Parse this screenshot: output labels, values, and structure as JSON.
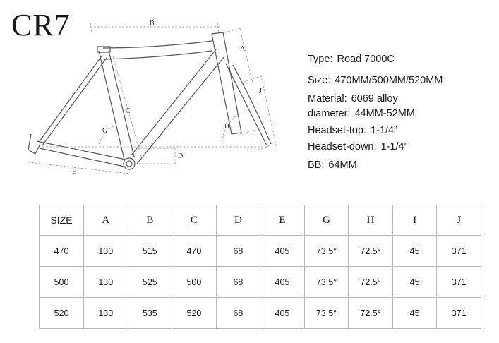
{
  "brand": {
    "logo_text": "CR7"
  },
  "diagram": {
    "labels": {
      "a": "A",
      "b": "B",
      "c": "C",
      "d": "D",
      "e": "E",
      "g": "G",
      "h": "H",
      "i": "I",
      "j": "J"
    }
  },
  "specs": [
    {
      "label": "Type:",
      "value": "Road 7000C"
    },
    {
      "label": "Size:",
      "value": "470MM/500MM/520MM"
    },
    {
      "label": "Material:",
      "value": "6069 alloy"
    },
    {
      "label": "diameter:",
      "value": "44MM-52MM"
    },
    {
      "label": "Headset-top:",
      "value": "1-1/4”"
    },
    {
      "label": "Headset-down:",
      "value": "1-1/4”"
    },
    {
      "label": "BB:",
      "value": "64MM"
    }
  ],
  "geometry_table": {
    "headers": [
      "SIZE",
      "A",
      "B",
      "C",
      "D",
      "E",
      "G",
      "H",
      "I",
      "J"
    ],
    "rows": [
      [
        "470",
        "130",
        "515",
        "470",
        "68",
        "405",
        "73.5°",
        "72.5°",
        "45",
        "371"
      ],
      [
        "500",
        "130",
        "525",
        "500",
        "68",
        "405",
        "73.5°",
        "72.5°",
        "45",
        "371"
      ],
      [
        "520",
        "130",
        "535",
        "520",
        "68",
        "405",
        "73.5°",
        "72.5°",
        "45",
        "371"
      ]
    ]
  }
}
